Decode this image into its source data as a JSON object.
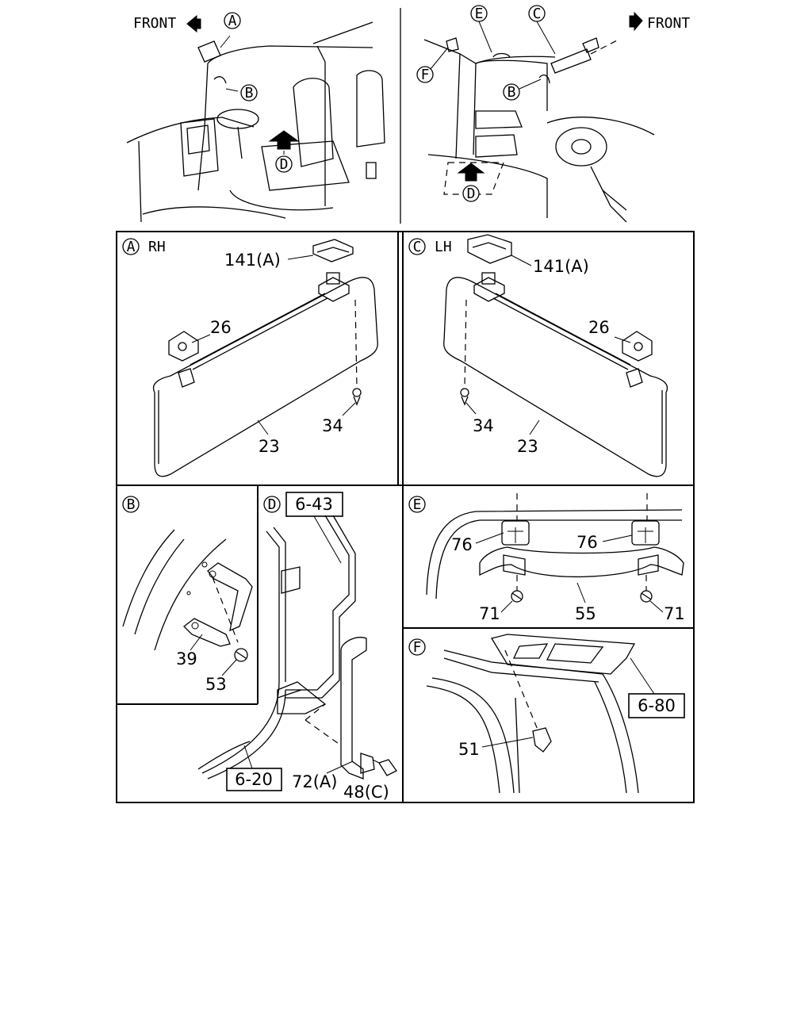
{
  "overview": {
    "left": {
      "front_label": "FRONT",
      "callouts": [
        "A",
        "B",
        "D"
      ]
    },
    "right": {
      "front_label": "FRONT",
      "callouts": [
        "E",
        "C",
        "F",
        "B",
        "D"
      ]
    }
  },
  "panels": {
    "A": {
      "letter": "A",
      "side": "RH",
      "parts": [
        "141(A)",
        "26",
        "34",
        "23"
      ]
    },
    "C": {
      "letter": "C",
      "side": "LH",
      "parts": [
        "141(A)",
        "26",
        "34",
        "23"
      ]
    },
    "B": {
      "letter": "B",
      "parts": [
        "39",
        "53"
      ]
    },
    "D": {
      "letter": "D",
      "refs": [
        "6-43",
        "6-20"
      ],
      "parts": [
        "72(A)",
        "48(C)"
      ]
    },
    "E": {
      "letter": "E",
      "parts": [
        "76",
        "76",
        "71",
        "55",
        "71"
      ]
    },
    "F": {
      "letter": "F",
      "refs": [
        "6-80"
      ],
      "parts": [
        "51"
      ]
    }
  },
  "colors": {
    "ink": "#000000",
    "paper": "#ffffff"
  }
}
